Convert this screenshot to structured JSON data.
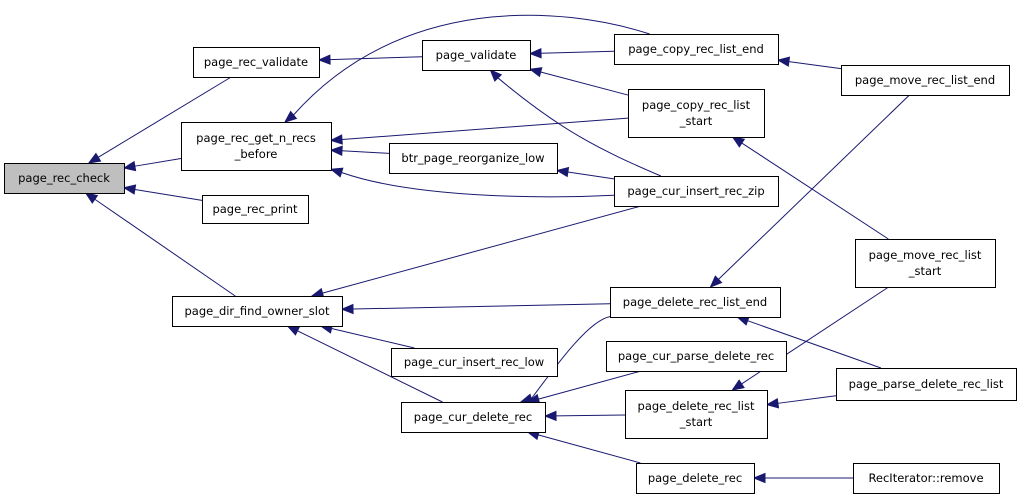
{
  "graph": {
    "nodes": [
      {
        "id": "page_rec_check",
        "label": [
          "page_rec_check"
        ],
        "root": true
      },
      {
        "id": "page_rec_validate",
        "label": [
          "page_rec_validate"
        ]
      },
      {
        "id": "page_rec_get_n_recs_before",
        "label": [
          "page_rec_get_n_recs",
          "_before"
        ]
      },
      {
        "id": "page_rec_print",
        "label": [
          "page_rec_print"
        ]
      },
      {
        "id": "page_dir_find_owner_slot",
        "label": [
          "page_dir_find_owner_slot"
        ]
      },
      {
        "id": "page_validate",
        "label": [
          "page_validate"
        ]
      },
      {
        "id": "btr_page_reorganize_low",
        "label": [
          "btr_page_reorganize_low"
        ]
      },
      {
        "id": "page_cur_insert_rec_low",
        "label": [
          "page_cur_insert_rec_low"
        ]
      },
      {
        "id": "page_cur_delete_rec",
        "label": [
          "page_cur_delete_rec"
        ]
      },
      {
        "id": "page_copy_rec_list_end",
        "label": [
          "page_copy_rec_list_end"
        ]
      },
      {
        "id": "page_copy_rec_list_start",
        "label": [
          "page_copy_rec_list",
          "_start"
        ]
      },
      {
        "id": "page_cur_insert_rec_zip",
        "label": [
          "page_cur_insert_rec_zip"
        ]
      },
      {
        "id": "page_delete_rec_list_end",
        "label": [
          "page_delete_rec_list_end"
        ]
      },
      {
        "id": "page_cur_parse_delete_rec",
        "label": [
          "page_cur_parse_delete_rec"
        ]
      },
      {
        "id": "page_delete_rec_list_start",
        "label": [
          "page_delete_rec_list",
          "_start"
        ]
      },
      {
        "id": "page_delete_rec",
        "label": [
          "page_delete_rec"
        ]
      },
      {
        "id": "page_move_rec_list_end",
        "label": [
          "page_move_rec_list_end"
        ]
      },
      {
        "id": "page_move_rec_list_start",
        "label": [
          "page_move_rec_list",
          "_start"
        ]
      },
      {
        "id": "page_parse_delete_rec_list",
        "label": [
          "page_parse_delete_rec_list"
        ]
      },
      {
        "id": "RecIterator_remove",
        "label": [
          "RecIterator::remove"
        ]
      }
    ],
    "edges": [
      {
        "from": "page_rec_validate",
        "to": "page_rec_check"
      },
      {
        "from": "page_rec_get_n_recs_before",
        "to": "page_rec_check"
      },
      {
        "from": "page_rec_print",
        "to": "page_rec_check"
      },
      {
        "from": "page_dir_find_owner_slot",
        "to": "page_rec_check"
      },
      {
        "from": "page_validate",
        "to": "page_rec_validate"
      },
      {
        "from": "page_copy_rec_list_end",
        "to": "page_rec_get_n_recs_before"
      },
      {
        "from": "page_copy_rec_list_start",
        "to": "page_rec_get_n_recs_before"
      },
      {
        "from": "btr_page_reorganize_low",
        "to": "page_rec_get_n_recs_before"
      },
      {
        "from": "page_cur_insert_rec_zip",
        "to": "page_rec_get_n_recs_before"
      },
      {
        "from": "page_copy_rec_list_end",
        "to": "page_validate"
      },
      {
        "from": "page_copy_rec_list_start",
        "to": "page_validate"
      },
      {
        "from": "page_cur_insert_rec_zip",
        "to": "page_validate"
      },
      {
        "from": "page_cur_insert_rec_zip",
        "to": "btr_page_reorganize_low"
      },
      {
        "from": "page_move_rec_list_end",
        "to": "page_copy_rec_list_end"
      },
      {
        "from": "page_move_rec_list_start",
        "to": "page_copy_rec_list_start"
      },
      {
        "from": "page_cur_insert_rec_zip",
        "to": "page_dir_find_owner_slot"
      },
      {
        "from": "page_delete_rec_list_end",
        "to": "page_dir_find_owner_slot"
      },
      {
        "from": "page_cur_insert_rec_low",
        "to": "page_dir_find_owner_slot"
      },
      {
        "from": "page_cur_delete_rec",
        "to": "page_dir_find_owner_slot"
      },
      {
        "from": "page_delete_rec_list_end",
        "to": "page_cur_delete_rec"
      },
      {
        "from": "page_cur_parse_delete_rec",
        "to": "page_cur_delete_rec"
      },
      {
        "from": "page_delete_rec_list_start",
        "to": "page_cur_delete_rec"
      },
      {
        "from": "page_delete_rec",
        "to": "page_cur_delete_rec"
      },
      {
        "from": "page_move_rec_list_end",
        "to": "page_delete_rec_list_end"
      },
      {
        "from": "page_parse_delete_rec_list",
        "to": "page_delete_rec_list_end"
      },
      {
        "from": "page_move_rec_list_start",
        "to": "page_delete_rec_list_start"
      },
      {
        "from": "page_parse_delete_rec_list",
        "to": "page_delete_rec_list_start"
      },
      {
        "from": "RecIterator_remove",
        "to": "page_delete_rec"
      }
    ]
  }
}
